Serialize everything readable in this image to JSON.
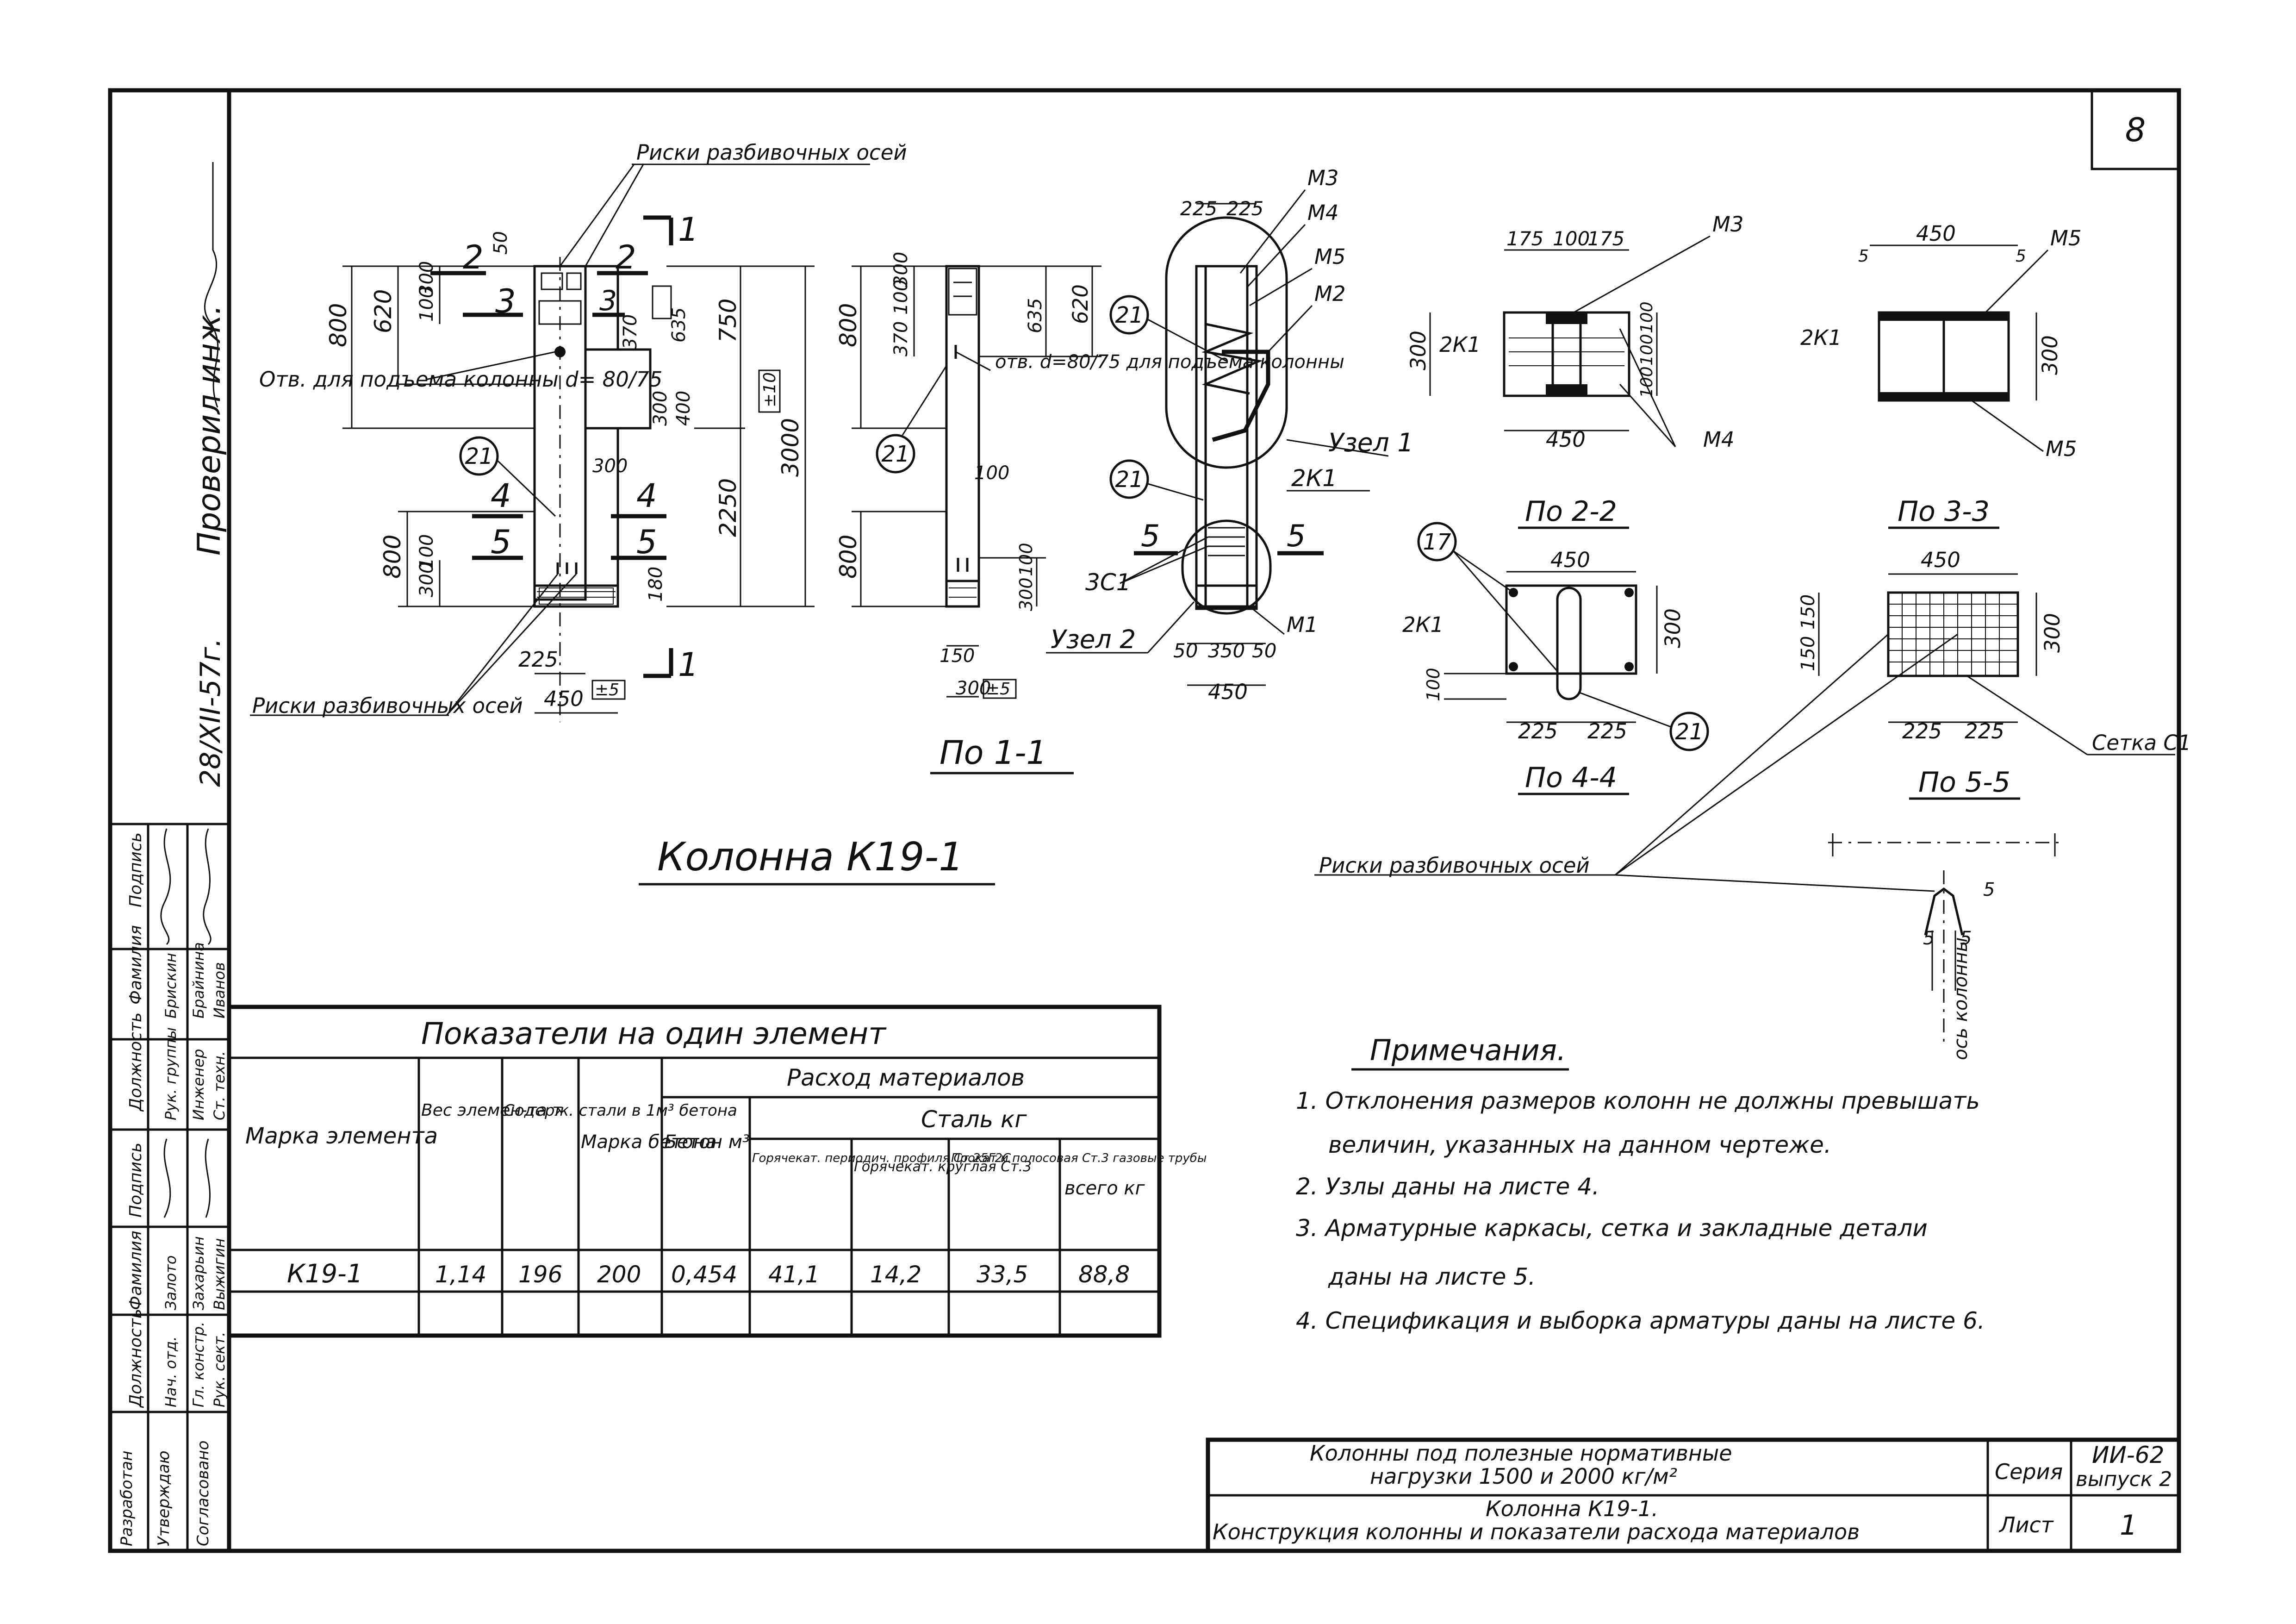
{
  "sheet_number": "8",
  "top_label": "Риски разбивочных осей",
  "side_check": "Проверил инж.",
  "side_date": "28/XII-57г.",
  "main_title": "Колонна К19-1",
  "elevation": {
    "dims_left": [
      "800",
      "620",
      "300",
      "100",
      "50",
      "800",
      "300",
      "100",
      "225",
      "450"
    ],
    "dims_right": [
      "750",
      "2250",
      "3000",
      "635",
      "370",
      "300",
      "400",
      "300",
      "180"
    ],
    "labels": {
      "hole": "Отв. для подъема колонны d= 80/75",
      "risks": "Риски разбивочных осей",
      "s2": "2",
      "s3": "3",
      "s4": "4",
      "s5": "5",
      "s1": "1",
      "balloon": "21",
      "tol_10": "±10",
      "tol_5": "±5"
    }
  },
  "side_view": {
    "title": "По 1-1",
    "dims": [
      "800",
      "370",
      "100",
      "300",
      "635",
      "620",
      "800",
      "300",
      "100",
      "100",
      "150",
      "300"
    ],
    "hole": "отв. d=80/75 для подъема колонны",
    "balloon": "21",
    "tol": "±5"
  },
  "reinforcement": {
    "dims": [
      "225",
      "225",
      "50",
      "350",
      "50",
      "450"
    ],
    "labels": [
      "М3",
      "М4",
      "М5",
      "М2",
      "Узел 1",
      "2К1",
      "3С1",
      "Узел 2",
      "М1",
      "5"
    ],
    "balloons": [
      "21",
      "21"
    ]
  },
  "sections": {
    "s22_title": "По 2-2",
    "s22_dims": [
      "175",
      "100",
      "175",
      "450",
      "300",
      "100",
      "100",
      "100"
    ],
    "s22_labels": [
      "М3",
      "2К1",
      "М4"
    ],
    "s33_title": "По 3-3",
    "s33_dims": [
      "450",
      "5",
      "5",
      "300"
    ],
    "s33_labels": [
      "М5",
      "2К1",
      "М5"
    ],
    "s44_title": "По 4-4",
    "s44_dims": [
      "450",
      "300",
      "100",
      "225",
      "225"
    ],
    "s44_labels": [
      "2К1"
    ],
    "s44_balloons": [
      "17",
      "21"
    ],
    "s55_title": "По 5-5",
    "s55_dims": [
      "450",
      "150",
      "150",
      "300",
      "225",
      "225"
    ],
    "s55_labels": [
      "Сетка С1"
    ],
    "axis_note": "Риски разбивочных осей",
    "axis_label": "ось колонны",
    "axis_dims": [
      "5",
      "5",
      "5"
    ]
  },
  "table": {
    "title": "Показатели на один элемент",
    "headers": {
      "mark": "Марка элемента",
      "weight": "Вес элемен-та т",
      "steel_content": "Содерж. стали в 1м³ бетона",
      "concrete_mark": "Марка бетона",
      "consumption": "Расход материалов",
      "concrete": "Бетон м³",
      "steel": "Сталь кг",
      "hot_periodic": "Горячекат. периодич. профиля Ст.25Г2С",
      "hot_round": "Горячекат. круглая Ст.3",
      "rolled": "Прокат и полосовая Ст.3 газовые трубы",
      "total": "всего кг"
    },
    "rows": [
      {
        "mark": "К19-1",
        "weight": "1,14",
        "steel_content": "196",
        "concrete_mark": "200",
        "concrete": "0,454",
        "hot_periodic": "41,1",
        "hot_round": "14,2",
        "rolled": "33,5",
        "total": "88,8"
      }
    ]
  },
  "notes": {
    "title": "Примечания.",
    "items": [
      "1. Отклонения размеров колонн не должны превышать",
      "величин, указанных на данном чертеже.",
      "2. Узлы даны на листе 4.",
      "3. Арматурные каркасы, сетка и закладные детали",
      "даны на листе 5.",
      "4. Спецификация и выборка арматуры даны на листе 6."
    ]
  },
  "stamp_left": {
    "headers": [
      "Подпись",
      "Фамилия",
      "Должность"
    ],
    "rows": [
      {
        "role": "Рук. группы",
        "name": "Брискин"
      },
      {
        "role": "Инженер",
        "name": "Брайнина"
      },
      {
        "role": "Ст. техн.",
        "name": "Иванов"
      },
      {
        "role": "Нач. отд.",
        "name": "Залото"
      },
      {
        "role": "Гл. констр.",
        "name": "Захарьин"
      },
      {
        "role": "Рук. сект.",
        "name": "Выжигин"
      }
    ],
    "vert_labels": [
      "Разработан",
      "Утверждаю",
      "Согласовано"
    ]
  },
  "title_block": {
    "line1": "Колонны под полезные нормативные",
    "line2": "нагрузки 1500 и 2000 кг/м²",
    "line3": "Колонна К19-1.",
    "line4": "Конструкция колонны и показатели расхода материалов",
    "series_label": "Серия",
    "series_value": "ИИ-62",
    "issue": "выпуск 2",
    "sheet_label": "Лист",
    "sheet_value": "1"
  }
}
